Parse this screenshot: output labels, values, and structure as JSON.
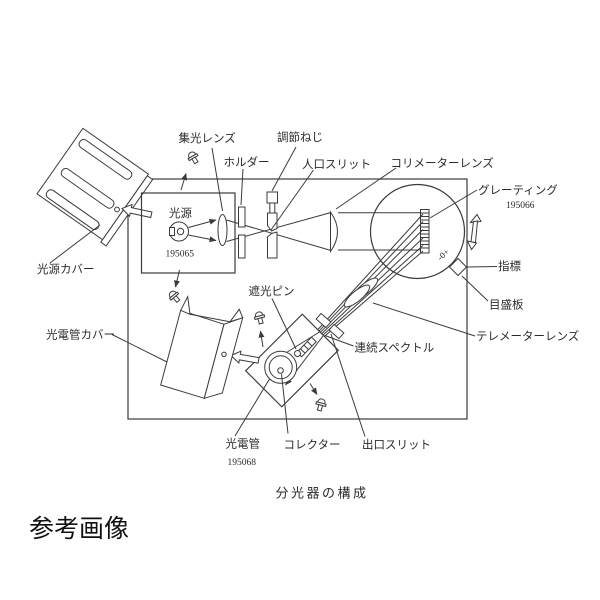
{
  "diagram": {
    "caption": "分光器の構成",
    "footer_label": "参考画像",
    "labels": {
      "condenser_lens": "集光レンズ",
      "holder": "ホルダー",
      "adjust_screw": "調節ねじ",
      "entrance_slit": "人口スリット",
      "collimator_lens": "コリメーターレンズ",
      "grating": "グレーティング",
      "grating_part_no": "195066",
      "pointer": "指標",
      "scale_plate": "目盛板",
      "telemeter_lens": "テレメーターレンズ",
      "continuous_spectrum": "連続スペクトル",
      "light_source_cover": "光源カバー",
      "light_source": "光源",
      "light_source_part_no": "195065",
      "phototube_cover": "光電管カバー",
      "shade_pin": "遮光ピン",
      "phototube": "光電管",
      "phototube_part_no": "195068",
      "collector": "コレクター",
      "exit_slit": "出口スリット",
      "indicator_scale": "-0+"
    },
    "colors": {
      "line": "#3b3b3b",
      "text": "#2b2b2b",
      "background": "#ffffff"
    }
  }
}
